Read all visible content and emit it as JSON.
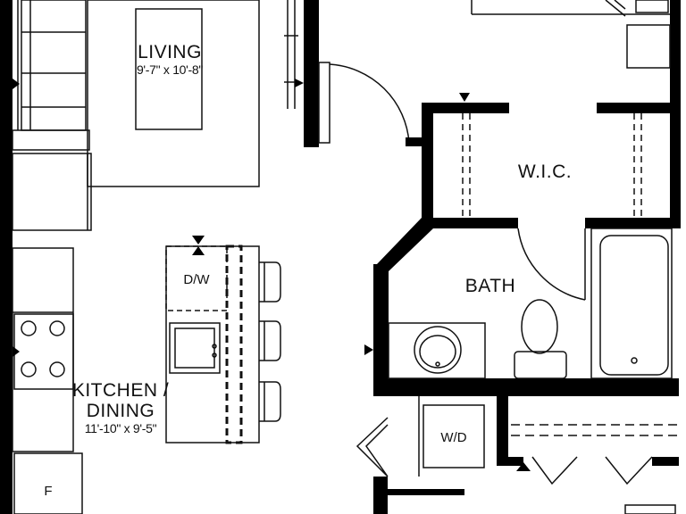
{
  "rooms": {
    "living": {
      "name": "LIVING",
      "dims": "9'-7\" x 10'-8\""
    },
    "kitchen": {
      "name_line1": "KITCHEN /",
      "name_line2": "DINING",
      "dims": "11'-10\" x 9'-5\""
    },
    "wic": {
      "name": "W.I.C."
    },
    "bath": {
      "name": "BATH"
    }
  },
  "fixtures": {
    "dishwasher": "D/W",
    "washer_dryer": "W/D",
    "fridge": "F"
  },
  "colors": {
    "wall": "#000000",
    "line": "#111111",
    "fill": "#ffffff"
  }
}
